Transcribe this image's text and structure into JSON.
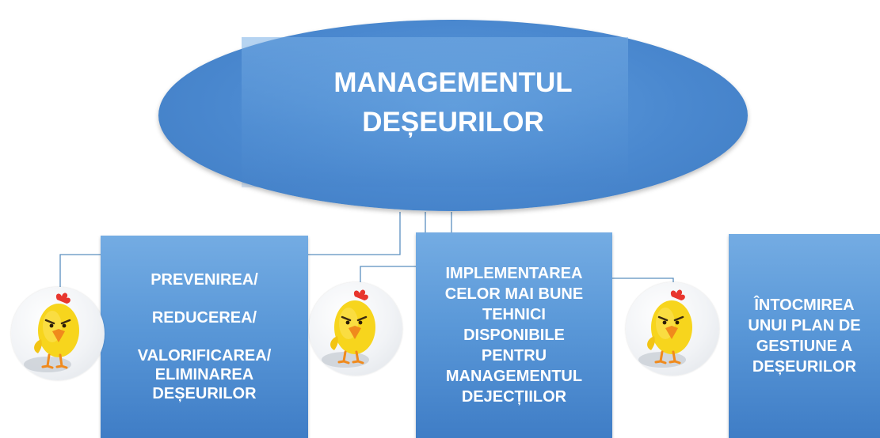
{
  "title": "MANAGEMENTUL\nDEȘEURILOR",
  "boxes": [
    {
      "lines": [
        "PREVENIREA/",
        "REDUCEREA/",
        "VALORIFICAREA/",
        "ELIMINAREA",
        "DEȘEURILOR"
      ]
    },
    {
      "text": "IMPLEMENTAREA\nCELOR MAI BUNE\nTEHNICI\nDISPONIBILE\nPENTRU\nMANAGEMENTUL\nDEJECȚIILOR"
    },
    {
      "text": "ÎNTOCMIREA\nUNUI PLAN DE\nGESTIUNE A\nDEȘEURILOR"
    }
  ],
  "colors": {
    "node_blue": "#4a88cf",
    "connector": "#5b8fbf",
    "chick_yellow": "#f7d51d",
    "chick_comb": "#e8362e",
    "chick_beak": "#f08a1c"
  },
  "avatars": [
    {
      "icon": "angry-yellow-chick"
    },
    {
      "icon": "angry-yellow-chick"
    },
    {
      "icon": "angry-yellow-chick"
    }
  ]
}
